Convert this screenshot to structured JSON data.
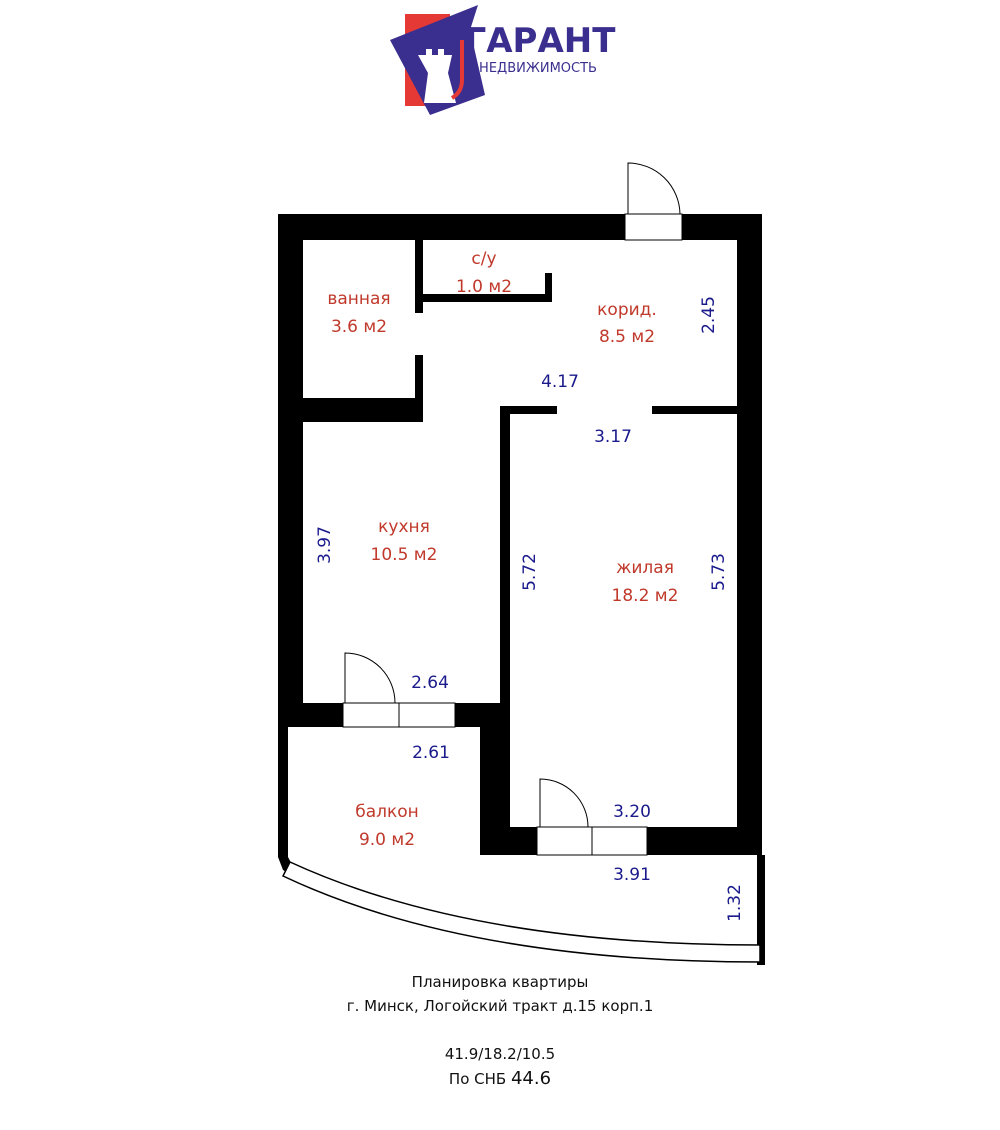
{
  "logo": {
    "brand": "ГАРАНТ",
    "subtitle": "НЕДВИЖИМОСТЬ",
    "colors": {
      "blue": "#3a2f8f",
      "red": "#e53935"
    }
  },
  "rooms": [
    {
      "name": "ванная",
      "area": "3.6 м2"
    },
    {
      "name": "с/у",
      "area": "1.0 м2"
    },
    {
      "name": "корид.",
      "area": "8.5 м2"
    },
    {
      "name": "кухня",
      "area": "10.5 м2"
    },
    {
      "name": "жилая",
      "area": "18.2 м2"
    },
    {
      "name": "балкон",
      "area": "9.0 м2"
    }
  ],
  "dimensions": {
    "corr_height": "2.45",
    "corr_width": "4.17",
    "living_top": "3.17",
    "kitchen_height": "3.97",
    "living_left": "5.72",
    "living_right": "5.73",
    "kitchen_bottom": "2.64",
    "balcony_top": "2.61",
    "living_bottom": "3.20",
    "balcony_bottom": "3.91",
    "balcony_side": "1.32"
  },
  "caption": {
    "line1": "Планировка квартиры",
    "line2": "г. Минск, Логойский тракт д.15 корп.1",
    "areas": "41.9/18.2/10.5",
    "snb_label": "По СНБ",
    "snb_value": "44.6"
  }
}
